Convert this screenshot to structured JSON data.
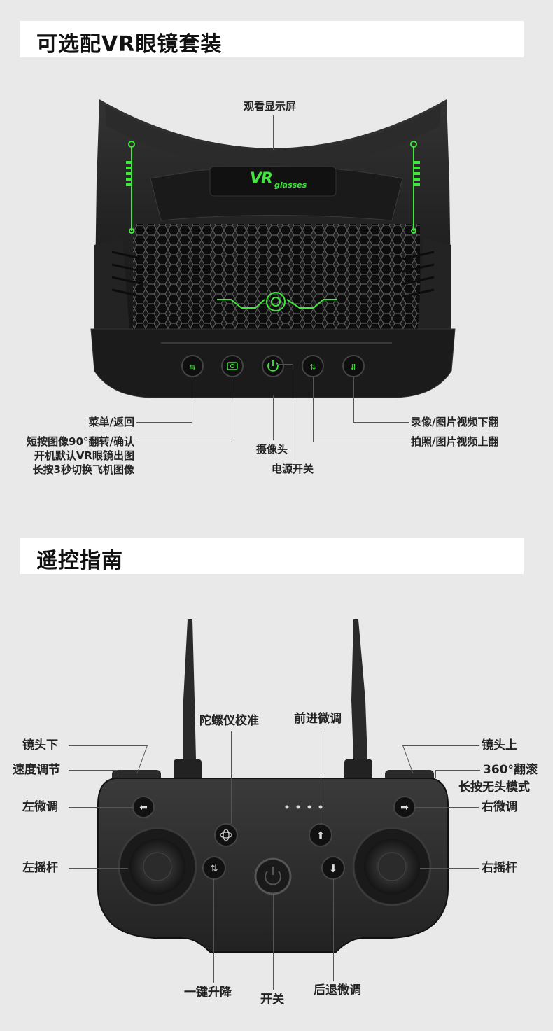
{
  "section_vr": {
    "title": "可选配VR眼镜套装",
    "logo": {
      "main": "VR",
      "sub": "glasses"
    },
    "labels": {
      "viewing_screen": "观看显示屏",
      "menu_back": "菜单/返回",
      "short_press_line1": "短按图像90°翻转/确认",
      "short_press_line2": "开机默认VR眼镜出图",
      "short_press_line3": "长按3秒切换飞机图像",
      "camera": "摄像头",
      "power_switch": "电源开关",
      "record_flip_down": "录像/图片视频下翻",
      "photo_flip_up": "拍照/图片视频上翻"
    },
    "colors": {
      "accent": "#3fe83a",
      "body": "#1e1e1e"
    }
  },
  "section_remote": {
    "title": "遥控指南",
    "labels": {
      "lens_down": "镜头下",
      "speed_adjust": "速度调节",
      "left_trim": "左微调",
      "left_stick": "左摇杆",
      "gyro_calibration": "陀螺仪校准",
      "forward_trim": "前进微调",
      "lens_up": "镜头上",
      "flip_360_line1": "360°翻滚",
      "flip_360_line2": "长按无头模式",
      "right_trim": "右微调",
      "right_stick": "右摇杆",
      "one_key_updown": "一键升降",
      "power": "开关",
      "backward_trim": "后退微调"
    }
  }
}
